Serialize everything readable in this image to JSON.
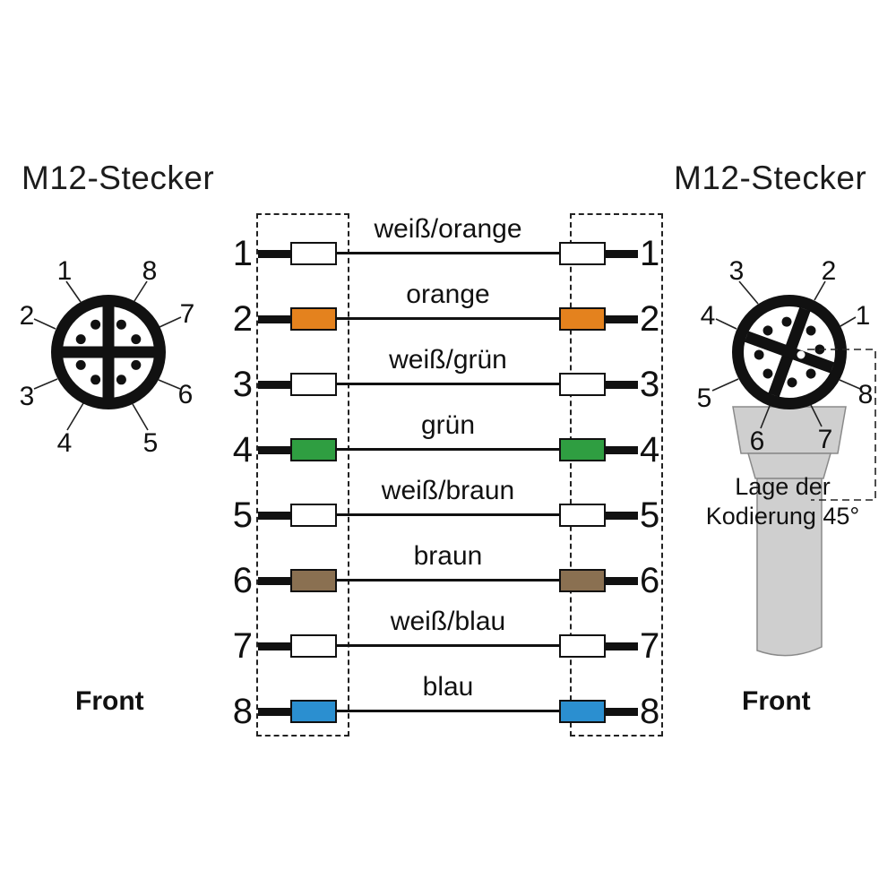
{
  "titles": {
    "left": "M12-Stecker",
    "right": "M12-Stecker"
  },
  "front": {
    "left": "Front",
    "right": "Front"
  },
  "coding_note": {
    "line1": "Lage der",
    "line2": "Kodierung 45°"
  },
  "connectors": {
    "left": {
      "pins": [
        "1",
        "2",
        "3",
        "4",
        "5",
        "6",
        "7",
        "8"
      ]
    },
    "right": {
      "pins": [
        "1",
        "2",
        "3",
        "4",
        "5",
        "6",
        "7",
        "8"
      ]
    }
  },
  "colors": {
    "white": "#ffffff",
    "orange": "#e4821e",
    "green": "#2f9e41",
    "brown": "#8a7051",
    "blue": "#2b8fd0",
    "connector_body": "#cfcfcf"
  },
  "wiring": {
    "rows": [
      {
        "pin_left": "1",
        "pin_right": "1",
        "label": "weiß/orange",
        "color": "#ffffff"
      },
      {
        "pin_left": "2",
        "pin_right": "2",
        "label": "orange",
        "color": "#e4821e"
      },
      {
        "pin_left": "3",
        "pin_right": "3",
        "label": "weiß/grün",
        "color": "#ffffff"
      },
      {
        "pin_left": "4",
        "pin_right": "4",
        "label": "grün",
        "color": "#2f9e41"
      },
      {
        "pin_left": "5",
        "pin_right": "5",
        "label": "weiß/braun",
        "color": "#ffffff"
      },
      {
        "pin_left": "6",
        "pin_right": "6",
        "label": "braun",
        "color": "#8a7051"
      },
      {
        "pin_left": "7",
        "pin_right": "7",
        "label": "weiß/blau",
        "color": "#ffffff"
      },
      {
        "pin_left": "8",
        "pin_right": "8",
        "label": "blau",
        "color": "#2b8fd0"
      }
    ]
  }
}
